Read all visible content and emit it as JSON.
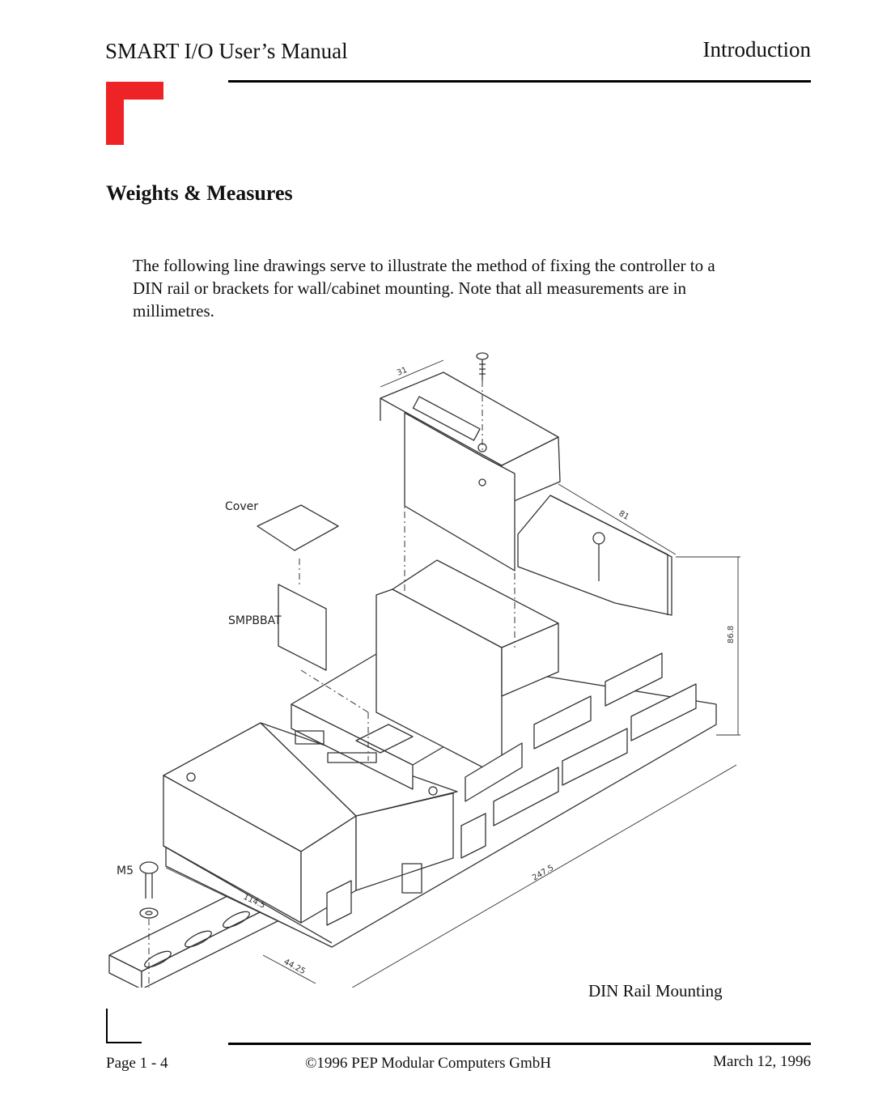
{
  "header": {
    "manual_title": "SMART I/O User’s Manual",
    "section": "Introduction"
  },
  "colors": {
    "brand_red": "#ee2326"
  },
  "section_title": "Weights & Measures",
  "body": "The following line drawings serve to illustrate the method of fixing the controller to a DIN rail or brackets for wall/cabinet mounting. Note that all measurements are in millimetres.",
  "figure": {
    "labels": {
      "cover": "Cover",
      "battery": "SMPBBAT",
      "screw": "M5"
    },
    "dimensions": {
      "top_depth": "31",
      "width": "81",
      "height": "86.8",
      "length": "247.5",
      "module": "114.5",
      "rail": "44.25"
    },
    "caption": "DIN Rail Mounting"
  },
  "footer": {
    "page": "Page 1 - 4",
    "copyright": "©1996 PEP Modular Computers GmbH",
    "date": "March 12, 1996"
  }
}
